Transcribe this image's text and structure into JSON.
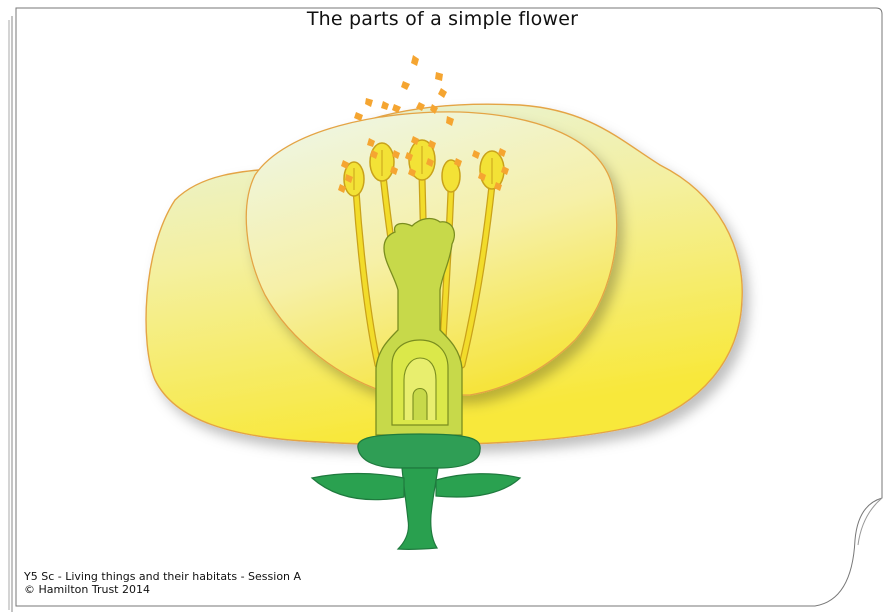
{
  "title": "The parts of a simple flower",
  "footer": {
    "line1": "Y5 Sc - Living things and their habitats - Session A",
    "line2": "© Hamilton Trust 2014"
  },
  "colors": {
    "petal_edge": "#e8a040",
    "petal_light": "#e9f4dc",
    "petal_yellow": "#f7ea3c",
    "stamen": "#f2dc2a",
    "stamen_edge": "#c9a21a",
    "pollen": "#f5a531",
    "pistil": "#c7d94a",
    "pistil_dark": "#a9bf2f",
    "receptacle": "#2f9e55",
    "stem": "#29a04f"
  }
}
